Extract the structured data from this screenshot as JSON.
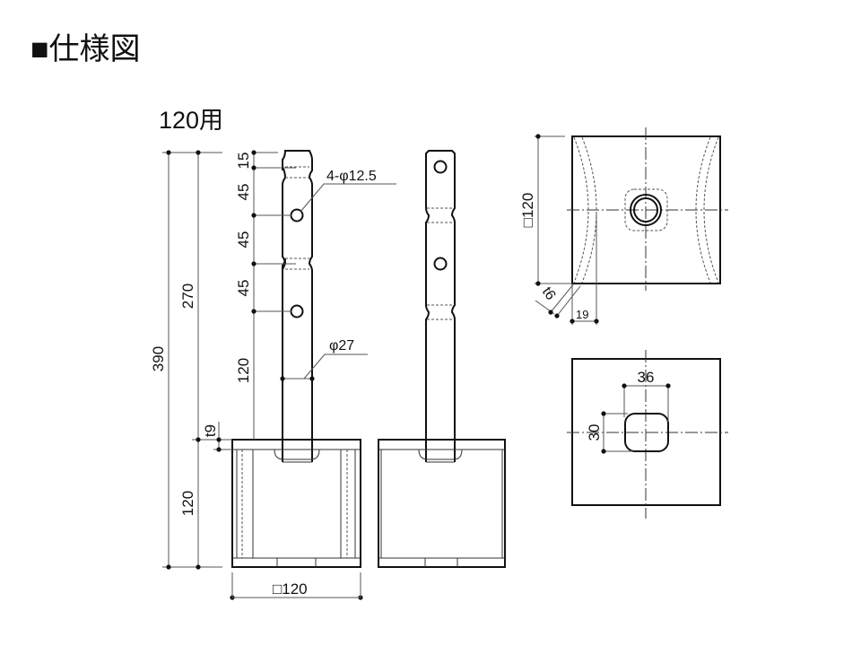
{
  "title": "■仕様図",
  "subtitle": "120用",
  "dimensions": {
    "total_height": "390",
    "post_height": "270",
    "base_height": "120",
    "plate_thickness": "t9",
    "d15": "15",
    "d45a": "45",
    "d45b": "45",
    "d45c": "45",
    "d120": "120",
    "holes": "4-φ12.5",
    "pipe_dia": "φ27",
    "base_width": "□120",
    "top_size": "□120",
    "rib_thickness": "t6",
    "rib_offset": "19",
    "slot_width": "36",
    "slot_height": "30"
  }
}
